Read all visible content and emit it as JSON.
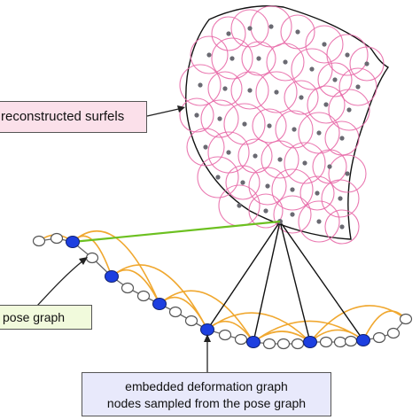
{
  "labels": {
    "surfels": "reconstructed surfels",
    "pose_graph": "pose graph",
    "deformation_line1": "embedded deformation graph",
    "deformation_line2": "nodes sampled from the pose graph"
  },
  "colors": {
    "surfel_circle": "#e86aa8",
    "surfel_center": "#6a6a72",
    "surface_outline": "#111111",
    "pose_node_fill": "#ffffff",
    "pose_node_stroke": "#555555",
    "deformation_node": "#1d3fe0",
    "deformation_edge": "#f0a830",
    "correspondence_line": "#6cc020",
    "influence_line": "#111111",
    "pose_edge": "#666666"
  }
}
